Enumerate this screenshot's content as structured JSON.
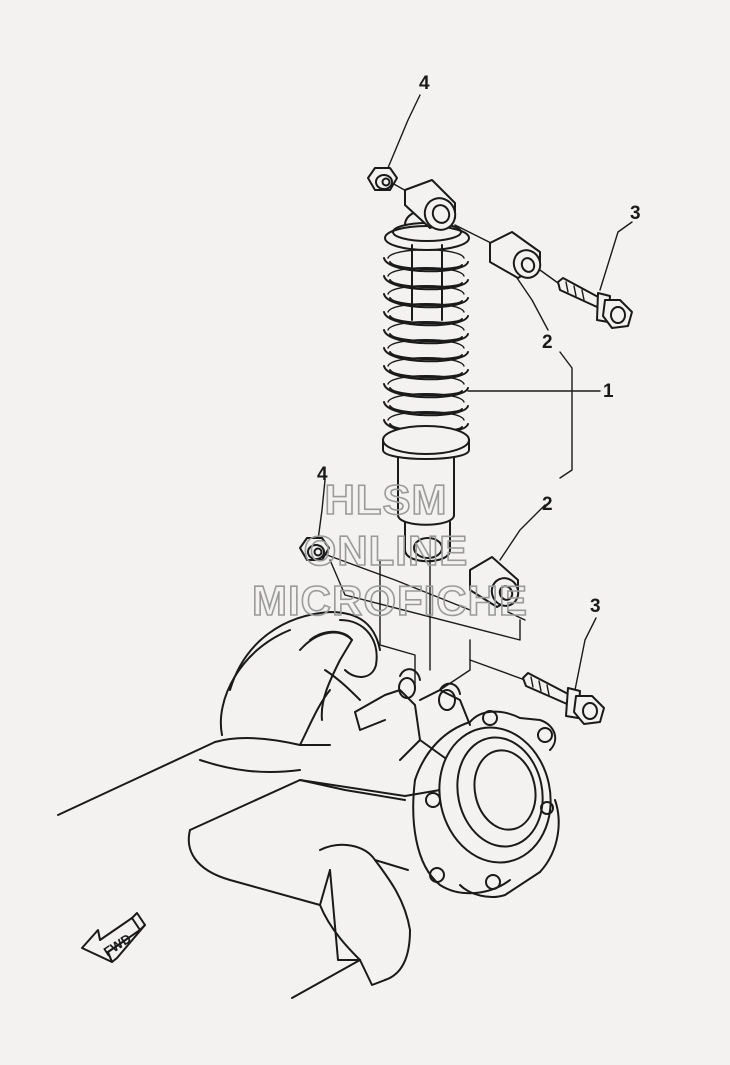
{
  "callouts": {
    "part_4_top": "4",
    "part_3_top": "3",
    "part_2_top": "2",
    "part_1": "1",
    "part_4_bottom": "4",
    "part_2_bottom": "2",
    "part_3_bottom": "3"
  },
  "watermark": {
    "line1": "HLSM",
    "line2": "ONLINE",
    "line3": "MICROFICHE"
  },
  "direction_arrow": {
    "label": "FWD",
    "icon": "fwd-arrow-icon"
  },
  "colors": {
    "background": "#f3f2f1",
    "line": "#1a1a1a",
    "watermark": "#9a9a9a"
  }
}
